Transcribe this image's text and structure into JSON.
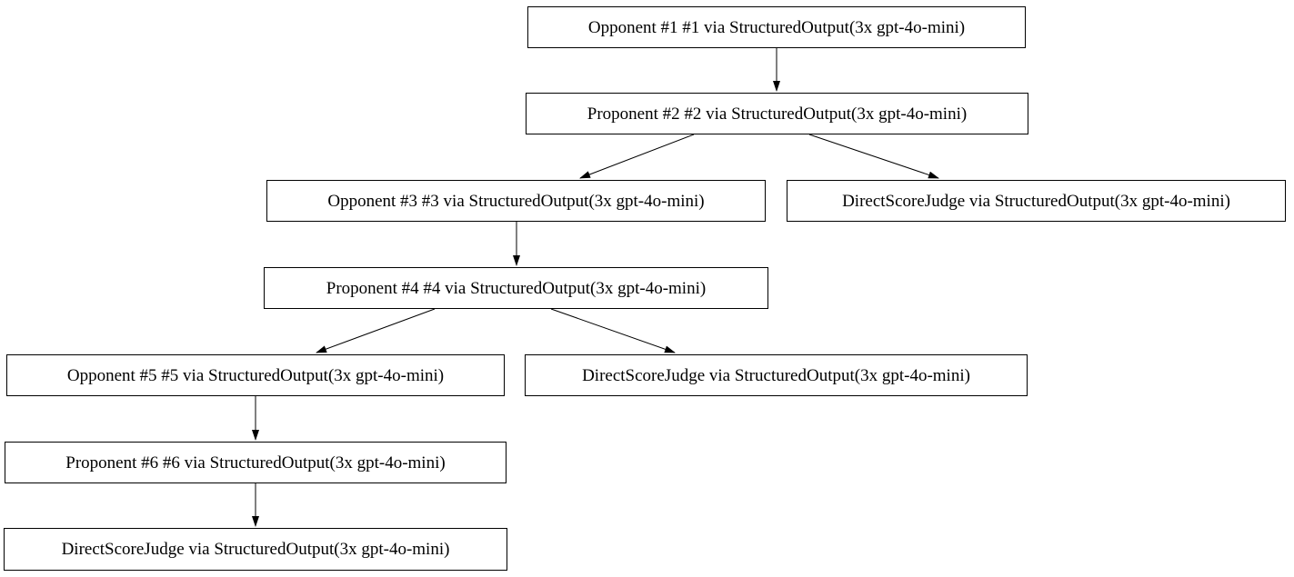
{
  "diagram": {
    "type": "directed-graph",
    "background_color": "#ffffff",
    "node_fill_color": "#ffffff",
    "node_border_color": "#000000",
    "text_color": "#000000",
    "edge_color": "#000000",
    "nodes": [
      {
        "id": "opponent-1",
        "label": "Opponent #1 #1 via StructuredOutput(3x gpt-4o-mini)"
      },
      {
        "id": "proponent-2",
        "label": "Proponent #2 #2 via StructuredOutput(3x gpt-4o-mini)"
      },
      {
        "id": "opponent-3",
        "label": "Opponent #3 #3 via StructuredOutput(3x gpt-4o-mini)"
      },
      {
        "id": "judge-1",
        "label": "DirectScoreJudge via StructuredOutput(3x gpt-4o-mini)"
      },
      {
        "id": "proponent-4",
        "label": "Proponent #4 #4 via StructuredOutput(3x gpt-4o-mini)"
      },
      {
        "id": "opponent-5",
        "label": "Opponent #5 #5 via StructuredOutput(3x gpt-4o-mini)"
      },
      {
        "id": "judge-2",
        "label": "DirectScoreJudge via StructuredOutput(3x gpt-4o-mini)"
      },
      {
        "id": "proponent-6",
        "label": "Proponent #6 #6 via StructuredOutput(3x gpt-4o-mini)"
      },
      {
        "id": "judge-3",
        "label": "DirectScoreJudge via StructuredOutput(3x gpt-4o-mini)"
      }
    ],
    "edges": [
      {
        "from": "opponent-1",
        "to": "proponent-2"
      },
      {
        "from": "proponent-2",
        "to": "opponent-3"
      },
      {
        "from": "proponent-2",
        "to": "judge-1"
      },
      {
        "from": "opponent-3",
        "to": "proponent-4"
      },
      {
        "from": "proponent-4",
        "to": "opponent-5"
      },
      {
        "from": "proponent-4",
        "to": "judge-2"
      },
      {
        "from": "opponent-5",
        "to": "proponent-6"
      },
      {
        "from": "proponent-6",
        "to": "judge-3"
      }
    ]
  }
}
